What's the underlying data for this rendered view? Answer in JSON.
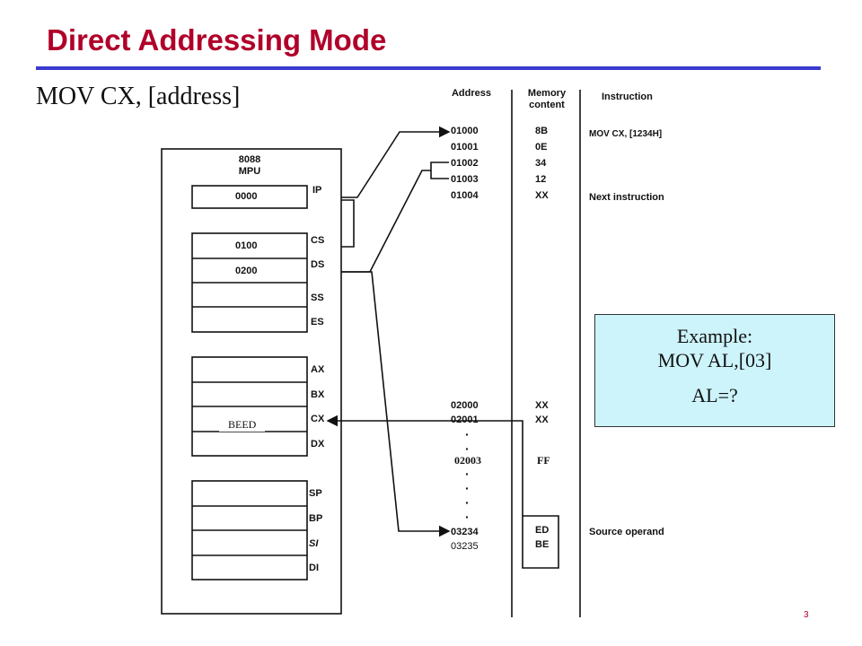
{
  "title": "Direct Addressing Mode",
  "subtitle": "MOV CX, [address]",
  "colors": {
    "title": "#b0002a",
    "rule": "#3a3ad0",
    "example_bg": "#ccf4fa"
  },
  "headers": {
    "address": "Address",
    "memory_line1": "Memory",
    "memory_line2": "content",
    "instruction": "Instruction"
  },
  "mpu": {
    "label_line1": "8088",
    "label_line2": "MPU"
  },
  "registers": {
    "ip": {
      "name": "IP",
      "value": "0000"
    },
    "cs": {
      "name": "CS",
      "value": "0100"
    },
    "ds": {
      "name": "DS",
      "value": "0200"
    },
    "ss": {
      "name": "SS"
    },
    "es": {
      "name": "ES"
    },
    "ax": {
      "name": "AX"
    },
    "bx": {
      "name": "BX"
    },
    "cx": {
      "name": "CX",
      "value": "BEED"
    },
    "dx": {
      "name": "DX"
    },
    "sp": {
      "name": "SP"
    },
    "bp": {
      "name": "BP"
    },
    "si": {
      "name": "SI"
    },
    "di": {
      "name": "DI"
    }
  },
  "memory": {
    "r01000": {
      "address": "01000",
      "content": "8B",
      "instruction": "MOV CX, [1234H]"
    },
    "r01001": {
      "address": "01001",
      "content": "0E"
    },
    "r01002": {
      "address": "01002",
      "content": "34"
    },
    "r01003": {
      "address": "01003",
      "content": "12"
    },
    "r01004": {
      "address": "01004",
      "content": "XX",
      "instruction": "Next instruction"
    },
    "r02000": {
      "address": "02000",
      "content": "XX"
    },
    "r02001": {
      "address": "02001",
      "content": "XX"
    },
    "r02003": {
      "address": "02003",
      "content": "FF"
    },
    "r03234": {
      "address": "03234",
      "content": "ED",
      "instruction": "Source operand"
    },
    "r03235": {
      "address": "03235",
      "content": "BE"
    }
  },
  "example": {
    "line1": "Example:",
    "line2": "MOV AL,[03]",
    "line3": "AL=?"
  },
  "page_number": "3"
}
